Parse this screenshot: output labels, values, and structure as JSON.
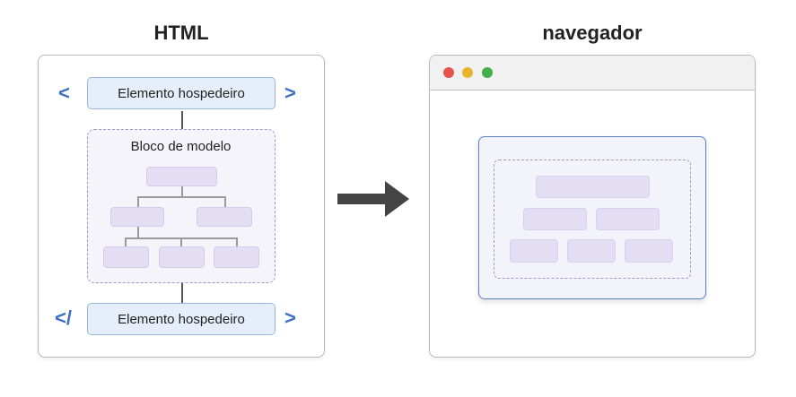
{
  "left_panel": {
    "heading": "HTML",
    "host_top": {
      "label": "Elemento hospedeiro",
      "open_bracket": "<",
      "close_bracket": ">"
    },
    "template_block": {
      "title": "Bloco de modelo"
    },
    "host_bottom": {
      "label": "Elemento hospedeiro",
      "open_bracket": "</",
      "close_bracket": ">"
    }
  },
  "right_panel": {
    "heading": "navegador",
    "window_controls": [
      "red-dot",
      "yellow-dot",
      "green-dot"
    ]
  },
  "colors": {
    "host_fill": "#e6eef9",
    "host_border": "#9ab5dc",
    "bracket": "#3d6fc4",
    "template_dash": "#a797c6",
    "node_fill": "#e3def4",
    "render_border": "#5a80c6",
    "arrow": "#444444",
    "close_dot": "#e5534b",
    "minimize_dot": "#e9b52c",
    "maximize_dot": "#3fae4b"
  },
  "icons": {
    "flow_arrow": "right-arrow-icon"
  }
}
